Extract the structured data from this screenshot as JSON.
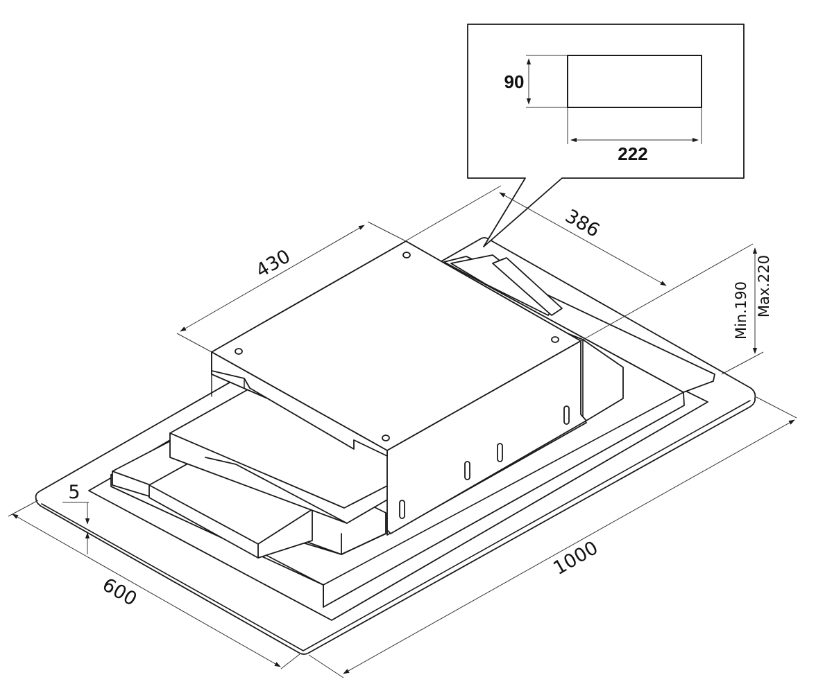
{
  "dimensions": {
    "inset_height": "90",
    "inset_width": "222",
    "unit_depth": "430",
    "duct_depth": "386",
    "min_height": "Min.190",
    "max_height": "Max.220",
    "glass_thickness": "5",
    "hob_depth": "600",
    "hob_width": "1000"
  }
}
